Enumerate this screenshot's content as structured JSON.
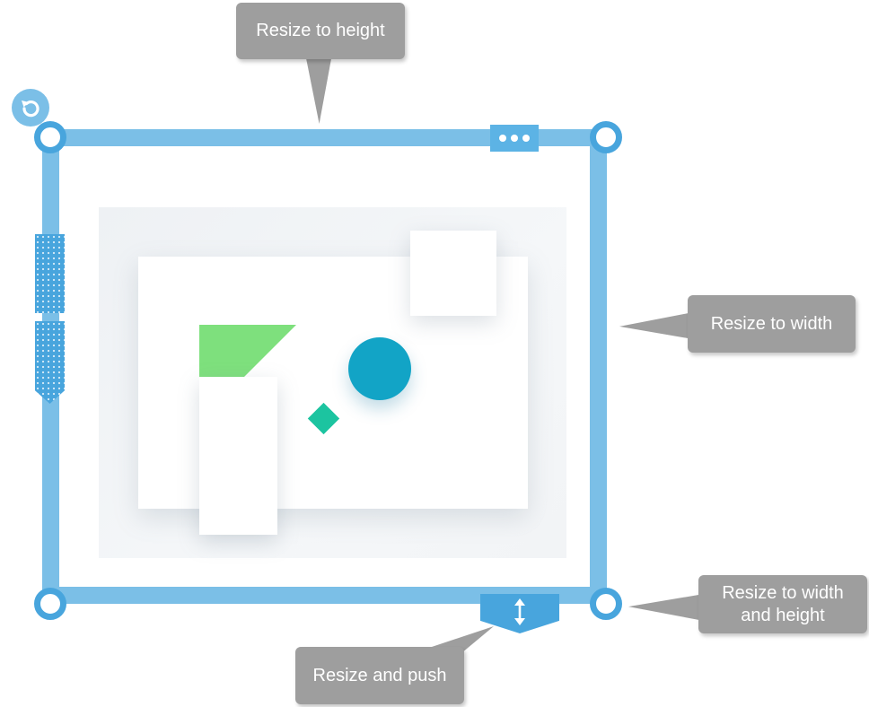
{
  "callouts": {
    "resize_height": "Resize to height",
    "resize_width": "Resize to width",
    "resize_width_height": "Resize to width and height",
    "resize_push": "Resize and push"
  },
  "icons": {
    "rotate": "rotate-icon",
    "more": "more-options-icon",
    "push": "vertical-resize-arrows-icon",
    "side_drag": "drag-handle-icon"
  },
  "colors": {
    "frame": "#7bbfe7",
    "handle_border": "#48a5dd",
    "button": "#48a5dd",
    "callout_bg": "#9e9e9e",
    "callout_text": "#ffffff",
    "shape_triangle": "#7ee07d",
    "shape_circle": "#12a4c6",
    "shape_diamond": "#1cc4a0"
  }
}
